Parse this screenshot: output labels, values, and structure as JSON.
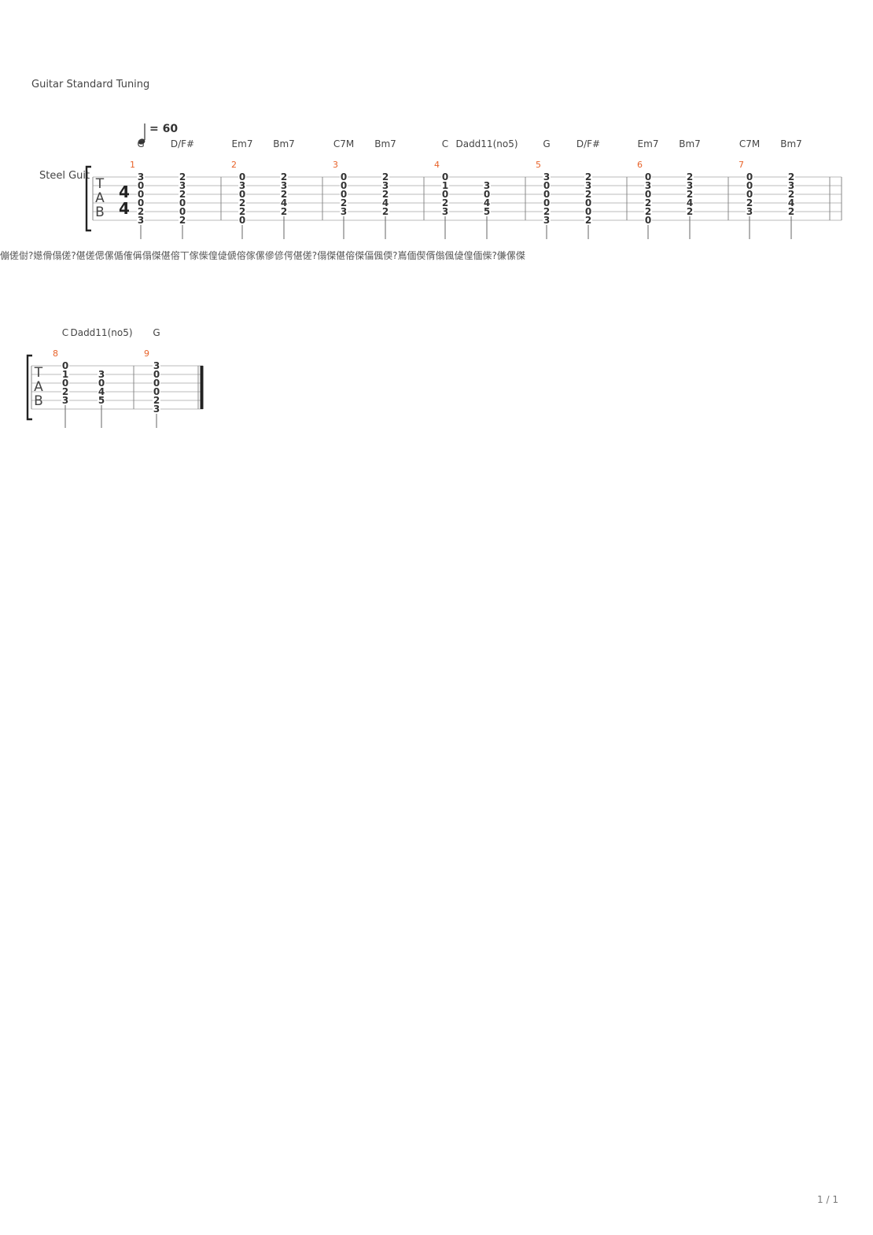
{
  "header": {
    "tuning": "Guitar Standard Tuning",
    "instrument": "Steel Guit",
    "tempo": "= 60",
    "time_signature": {
      "top": "4",
      "bottom": "4"
    },
    "tab_letters": [
      "T",
      "A",
      "B"
    ]
  },
  "lyric_text": "傰傞傠?嬨傦傝傞?偡傞偲傫偱傕偁傝傑偡傛丅傢偨偟偼傂傛傢傫傪偐偔偡傞?傝傑偡傛傑偪偑偄?嶌偭偰偦傟偑偼偟偭偨?傔傫傑",
  "footer": {
    "page": "1 / 1"
  },
  "colors": {
    "measure_number": "#e8632a",
    "staff_line": "#bbbbbb",
    "fret_text": "#333333"
  },
  "systems": [
    {
      "measures": [
        {
          "number": "1",
          "beats": [
            {
              "chord": "G",
              "frets": [
                "3",
                "0",
                "0",
                "0",
                "2",
                "3"
              ]
            },
            {
              "chord": "D/F#",
              "frets": [
                "2",
                "3",
                "2",
                "0",
                "0",
                "2"
              ]
            }
          ]
        },
        {
          "number": "2",
          "beats": [
            {
              "chord": "Em7",
              "frets": [
                "0",
                "3",
                "0",
                "2",
                "2",
                "0"
              ]
            },
            {
              "chord": "Bm7",
              "frets": [
                "2",
                "3",
                "2",
                "4",
                "2",
                ""
              ]
            }
          ]
        },
        {
          "number": "3",
          "beats": [
            {
              "chord": "C7M",
              "frets": [
                "0",
                "0",
                "0",
                "2",
                "3",
                ""
              ]
            },
            {
              "chord": "Bm7",
              "frets": [
                "2",
                "3",
                "2",
                "4",
                "2",
                ""
              ]
            }
          ]
        },
        {
          "number": "4",
          "beats": [
            {
              "chord": "C",
              "frets": [
                "0",
                "1",
                "0",
                "2",
                "3",
                ""
              ]
            },
            {
              "chord": "Dadd11(no5)",
              "frets": [
                "",
                "3",
                "0",
                "4",
                "5",
                ""
              ]
            }
          ]
        },
        {
          "number": "5",
          "beats": [
            {
              "chord": "G",
              "frets": [
                "3",
                "0",
                "0",
                "0",
                "2",
                "3"
              ]
            },
            {
              "chord": "D/F#",
              "frets": [
                "2",
                "3",
                "2",
                "0",
                "0",
                "2"
              ]
            }
          ]
        },
        {
          "number": "6",
          "beats": [
            {
              "chord": "Em7",
              "frets": [
                "0",
                "3",
                "0",
                "2",
                "2",
                "0"
              ]
            },
            {
              "chord": "Bm7",
              "frets": [
                "2",
                "3",
                "2",
                "4",
                "2",
                ""
              ]
            }
          ]
        },
        {
          "number": "7",
          "beats": [
            {
              "chord": "C7M",
              "frets": [
                "0",
                "0",
                "0",
                "2",
                "3",
                ""
              ]
            },
            {
              "chord": "Bm7",
              "frets": [
                "2",
                "3",
                "2",
                "4",
                "2",
                ""
              ]
            }
          ]
        }
      ]
    },
    {
      "measures": [
        {
          "number": "8",
          "beats": [
            {
              "chord": "C",
              "frets": [
                "0",
                "1",
                "0",
                "2",
                "3",
                ""
              ]
            },
            {
              "chord": "Dadd11(no5)",
              "frets": [
                "",
                "3",
                "0",
                "4",
                "5",
                ""
              ]
            }
          ]
        },
        {
          "number": "9",
          "beats": [
            {
              "chord": "G",
              "frets": [
                "3",
                "0",
                "0",
                "0",
                "2",
                "3"
              ]
            }
          ]
        }
      ]
    }
  ]
}
